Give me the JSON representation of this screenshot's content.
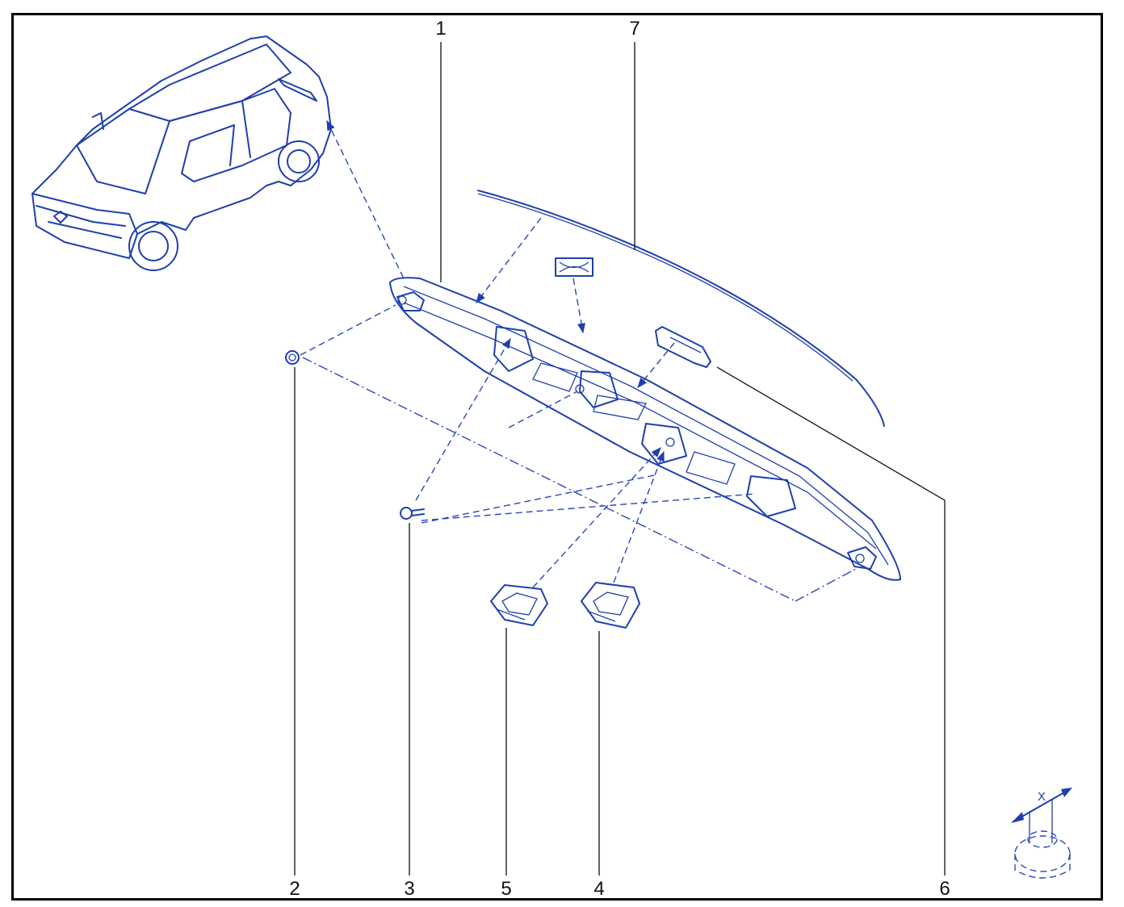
{
  "callouts": {
    "c1": "1",
    "c2": "2",
    "c3": "3",
    "c4": "4",
    "c5": "5",
    "c6": "6",
    "c7": "7"
  },
  "marker": {
    "x_label": "X"
  },
  "colors": {
    "line_art": "#1f3fae",
    "leader": "#111111",
    "frame": "#000000"
  }
}
